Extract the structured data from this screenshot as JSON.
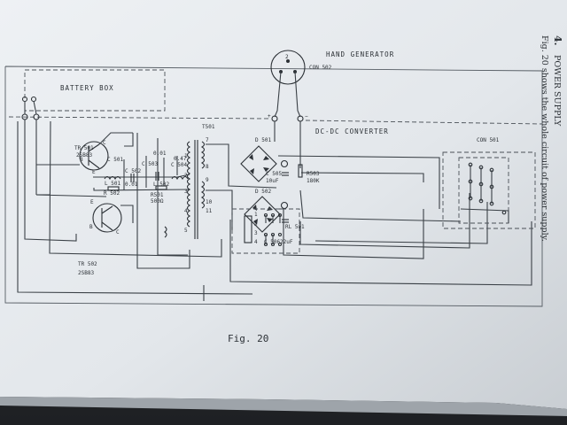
{
  "figure": {
    "caption": "Fig. 20"
  },
  "section": {
    "number": "4.",
    "heading": "POWER SUPPLY",
    "text": "Fig. 20 shows the whole circuit of power supply."
  },
  "blocks": {
    "battery_box": "BATTERY BOX",
    "hand_generator": "HAND GENERATOR",
    "dc_dc_converter": "DC-DC CONVERTER"
  },
  "components": {
    "con502": "CON 502",
    "con501": "CON 501",
    "tr501_ref": "TR 501",
    "tr501_part": "2SB83",
    "tr502_ref": "TR 502",
    "tr502_part": "2SB83",
    "t501": "T501",
    "d501": "D 501",
    "d502": "D 502",
    "c501": "C 501",
    "c502": "C 502",
    "c503": "C 503",
    "c504": "C 504",
    "c505_ref": "C 505",
    "c505_val": "10uF",
    "c506_ref": "C 506",
    "c506_val": "22uF",
    "l501": "L 501",
    "l502": "L 502",
    "r501_ref": "R501",
    "r501_val": "500Ω",
    "r502": "R 502",
    "r503_ref": "R503",
    "r503_val": "180K",
    "rl501": "RL 501",
    "cap_val_001a": "0.01",
    "cap_val_001b": "0.01",
    "cap_val_047": "0.47"
  },
  "pins": {
    "b1": "B",
    "c1": "C",
    "e1": "E",
    "b2": "B",
    "e2": "E",
    "c2": "C",
    "con502_pin": "2",
    "t_7": "7",
    "t_8": "8",
    "t_9": "9",
    "t_10": "10",
    "t_11": "11",
    "t_1": "1",
    "t_2": "2",
    "t_3": "3",
    "t_4": "4",
    "t_5": "5",
    "rl_1": "1",
    "rl_2": "2",
    "rl_3": "3",
    "rl_4": "4",
    "plus": "+",
    "minus": "−"
  }
}
